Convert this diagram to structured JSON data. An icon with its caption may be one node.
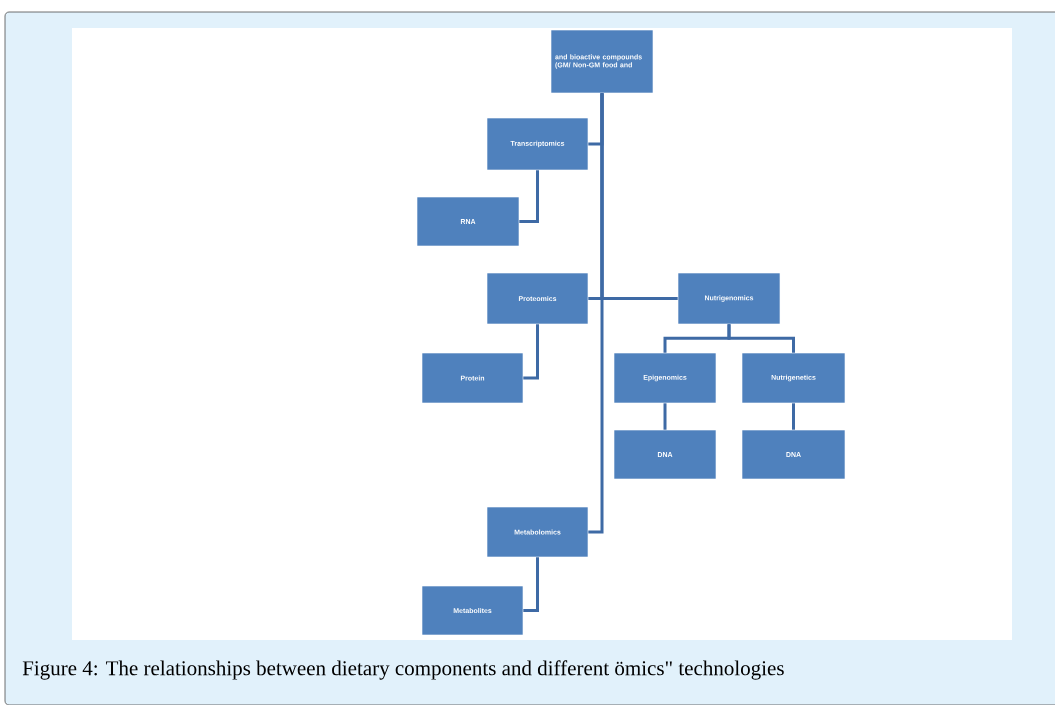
{
  "diagram": {
    "caption": "Figure 4: The relationships between dietary components and different ömics\" technologies",
    "nodes": [
      {
        "text": [
          "and bioactive compounds (GM/ Non-GM food and"
        ]
      },
      {
        "text": [
          "Transcriptomics"
        ]
      },
      {
        "text": [
          "RNA"
        ]
      },
      {
        "text": [
          "Proteomics"
        ]
      },
      {
        "text": [
          "Nutrigenomics"
        ]
      },
      {
        "text": [
          "Protein"
        ]
      },
      {
        "text": [
          "Epigenomics"
        ]
      },
      {
        "text": [
          "Nutrigenetics"
        ]
      },
      {
        "text": [
          "DNA"
        ]
      },
      {
        "text": [
          "DNA"
        ]
      },
      {
        "text": [
          "Metabolomics"
        ]
      },
      {
        "text": [
          "Metabolites"
        ]
      }
    ],
    "edges": [
      {
        "from": 0,
        "to": 1,
        "arrow": "none"
      },
      {
        "from": 1,
        "to": 2,
        "arrow": "none"
      },
      {
        "from": 0,
        "to": 3,
        "arrow": "none"
      },
      {
        "from": 0,
        "to": 4,
        "arrow": "none"
      },
      {
        "from": 3,
        "to": 5,
        "arrow": "none"
      },
      {
        "from": 4,
        "to": 6,
        "arrow": "none"
      },
      {
        "from": 4,
        "to": 7,
        "arrow": "none"
      },
      {
        "from": 6,
        "to": 8,
        "arrow": "none"
      },
      {
        "from": 7,
        "to": 9,
        "arrow": "none"
      },
      {
        "from": 0,
        "to": 10,
        "arrow": "none"
      },
      {
        "from": 10,
        "to": 11,
        "arrow": "none"
      }
    ]
  }
}
